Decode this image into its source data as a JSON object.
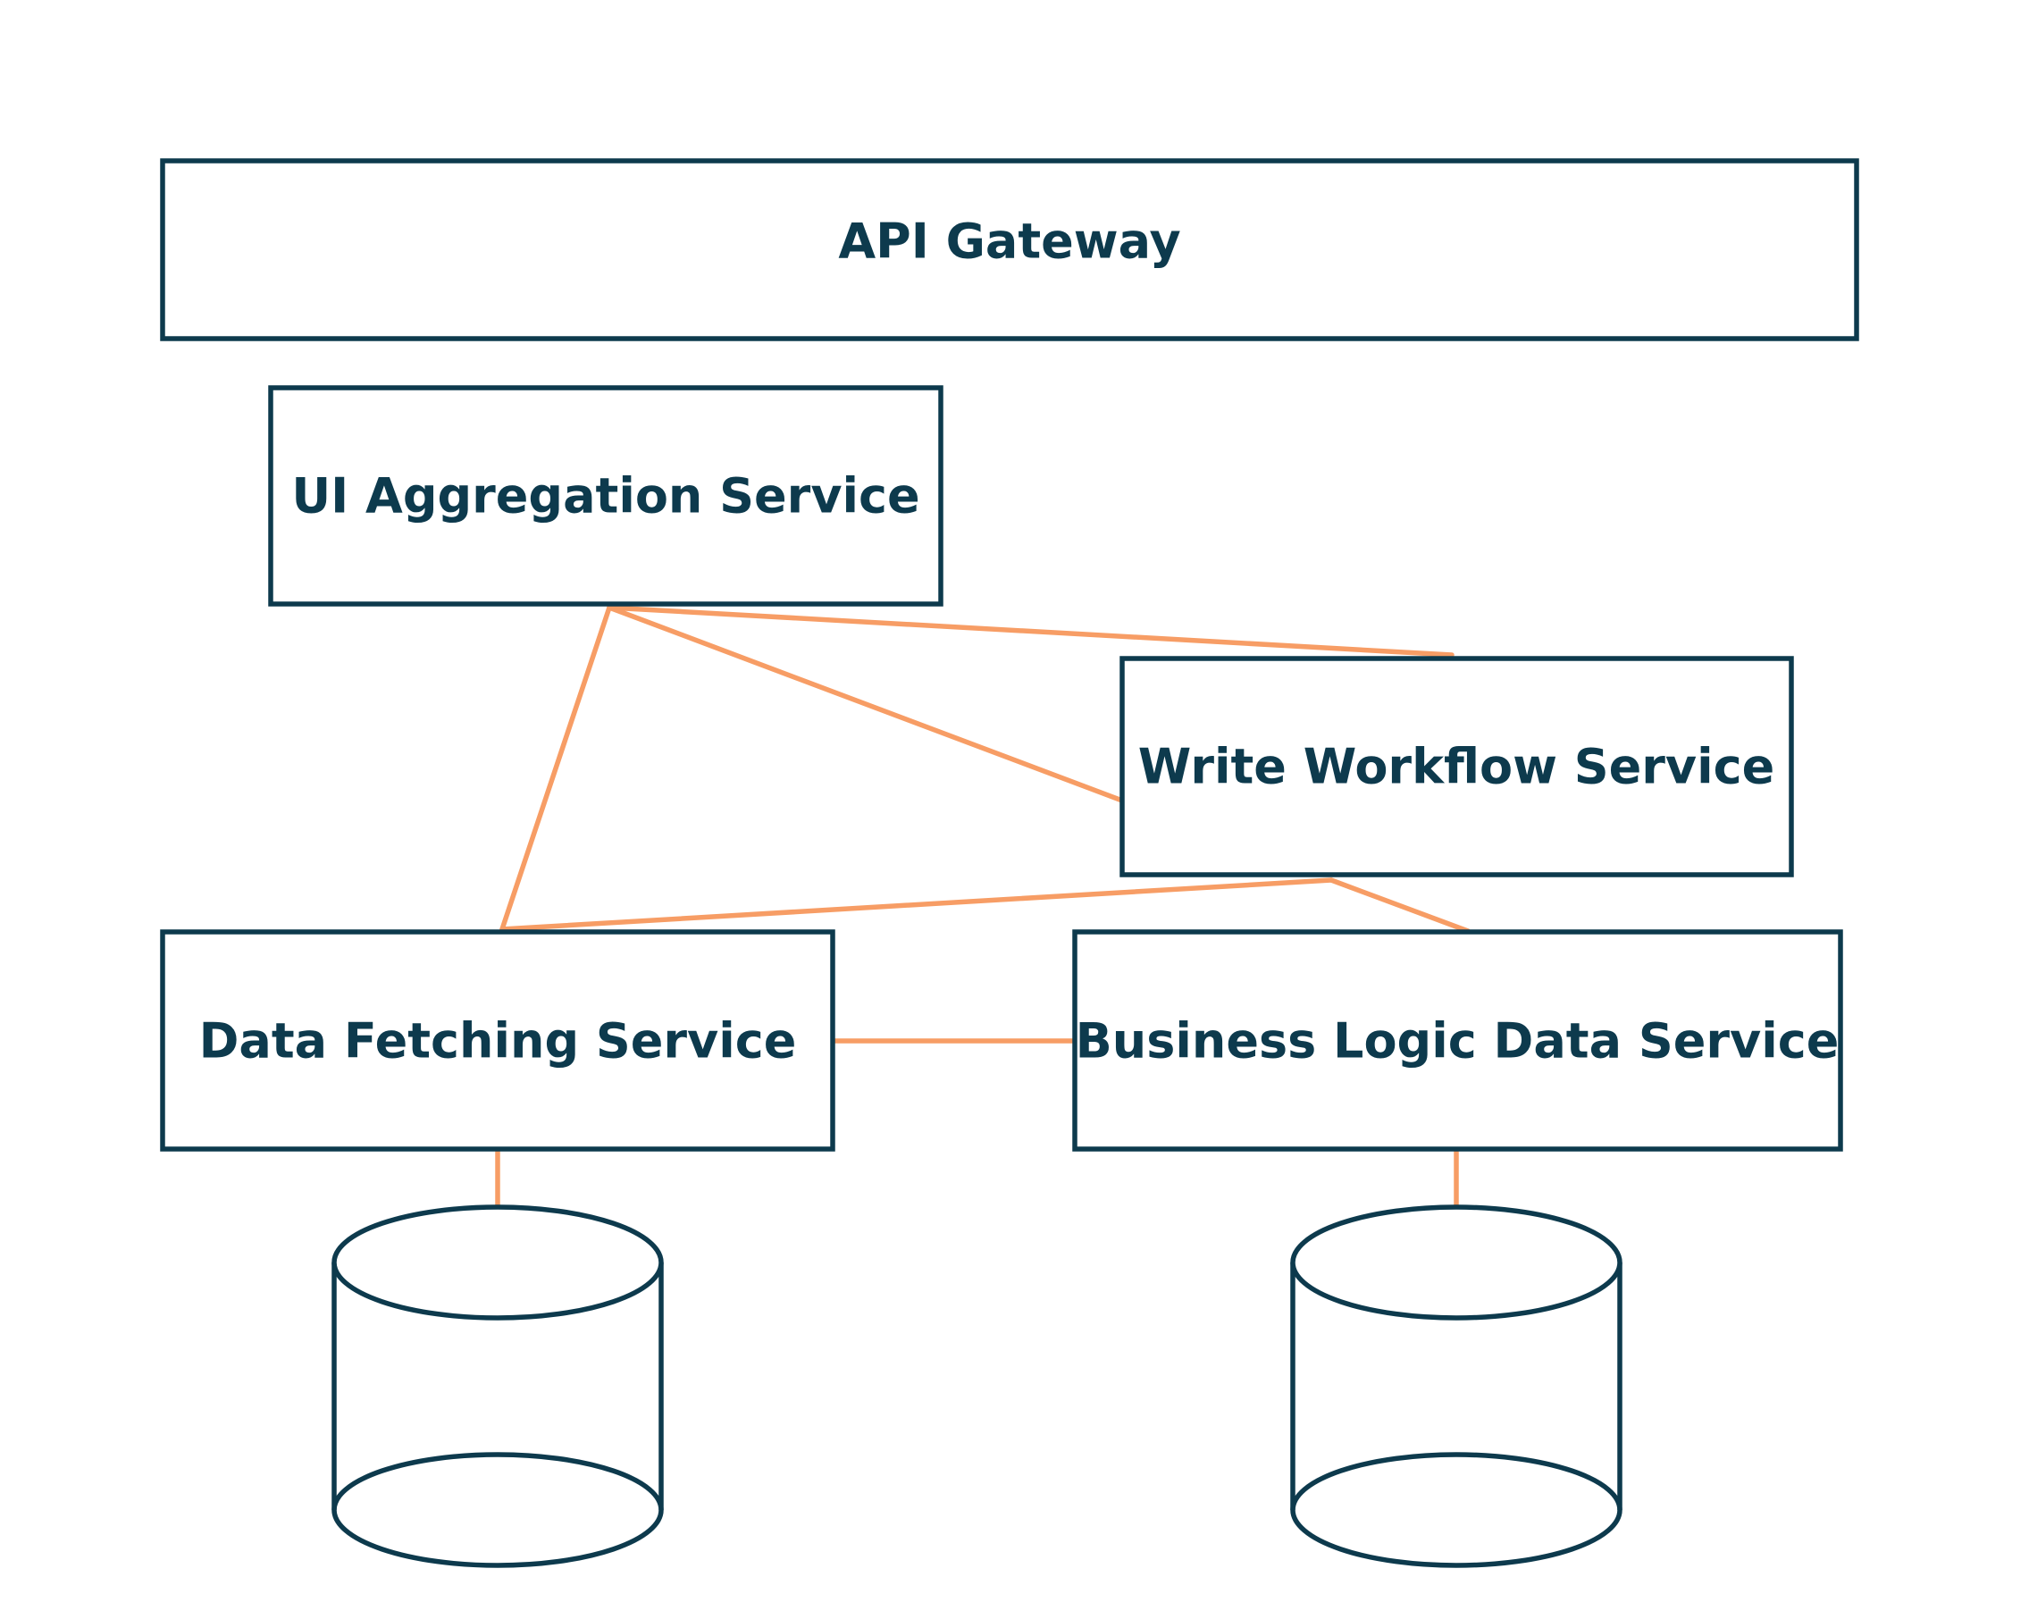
{
  "colors": {
    "box_stroke": "#0d3a4d",
    "label_text": "#0d3a4d",
    "connector": "#f79d65",
    "background": "#ffffff"
  },
  "nodes": {
    "api_gateway": "API Gateway",
    "ui_aggregation": "UI Aggregation Service",
    "write_workflow": "Write Workflow Service",
    "data_fetching": "Data Fetching Service",
    "business_logic": "Business Logic Data Service"
  },
  "databases": [
    {
      "icon": "database-icon"
    },
    {
      "icon": "database-icon"
    }
  ]
}
